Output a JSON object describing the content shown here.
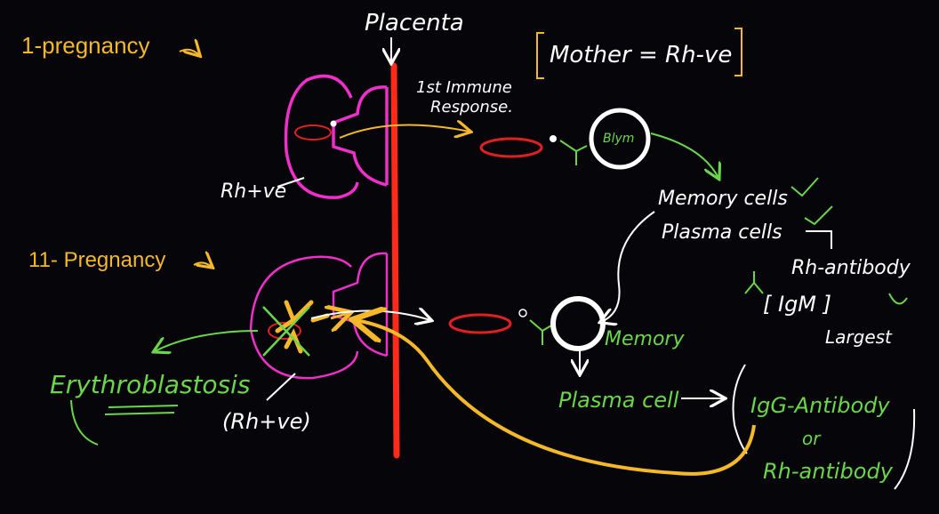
{
  "labels": {
    "placenta": "Placenta",
    "mother": "Mother = Rh-ve",
    "first_pregnancy": "1-pregnancy",
    "second_pregnancy": "11- Pregnancy",
    "rh_positive_1": "Rh+ve",
    "first_immune": "1st Immune",
    "response": "Response.",
    "blym": "Blym",
    "memory_cells": "Memory cells",
    "plasma_cells": "Plasma cells",
    "rh_antibody_1": "Rh-antibody",
    "igm": "[ IgM ]",
    "largest": "Largest",
    "memory": "Memory",
    "plasma_cell": "Plasma cell",
    "igg": "IgG-Antibody",
    "or": "or",
    "rh_antibody_2": "Rh-antibody",
    "erythroblastosis": "Erythroblastosis",
    "rh_positive_2": "(Rh+ve)"
  },
  "colors": {
    "background": "#05050a",
    "placenta": "#ff2a1a",
    "title": "#f5b82a",
    "green": "#6ad64a",
    "white": "#ffffff",
    "magenta": "#ee2fc8",
    "red_cell": "#e02020",
    "orange": "#f5b82a"
  }
}
